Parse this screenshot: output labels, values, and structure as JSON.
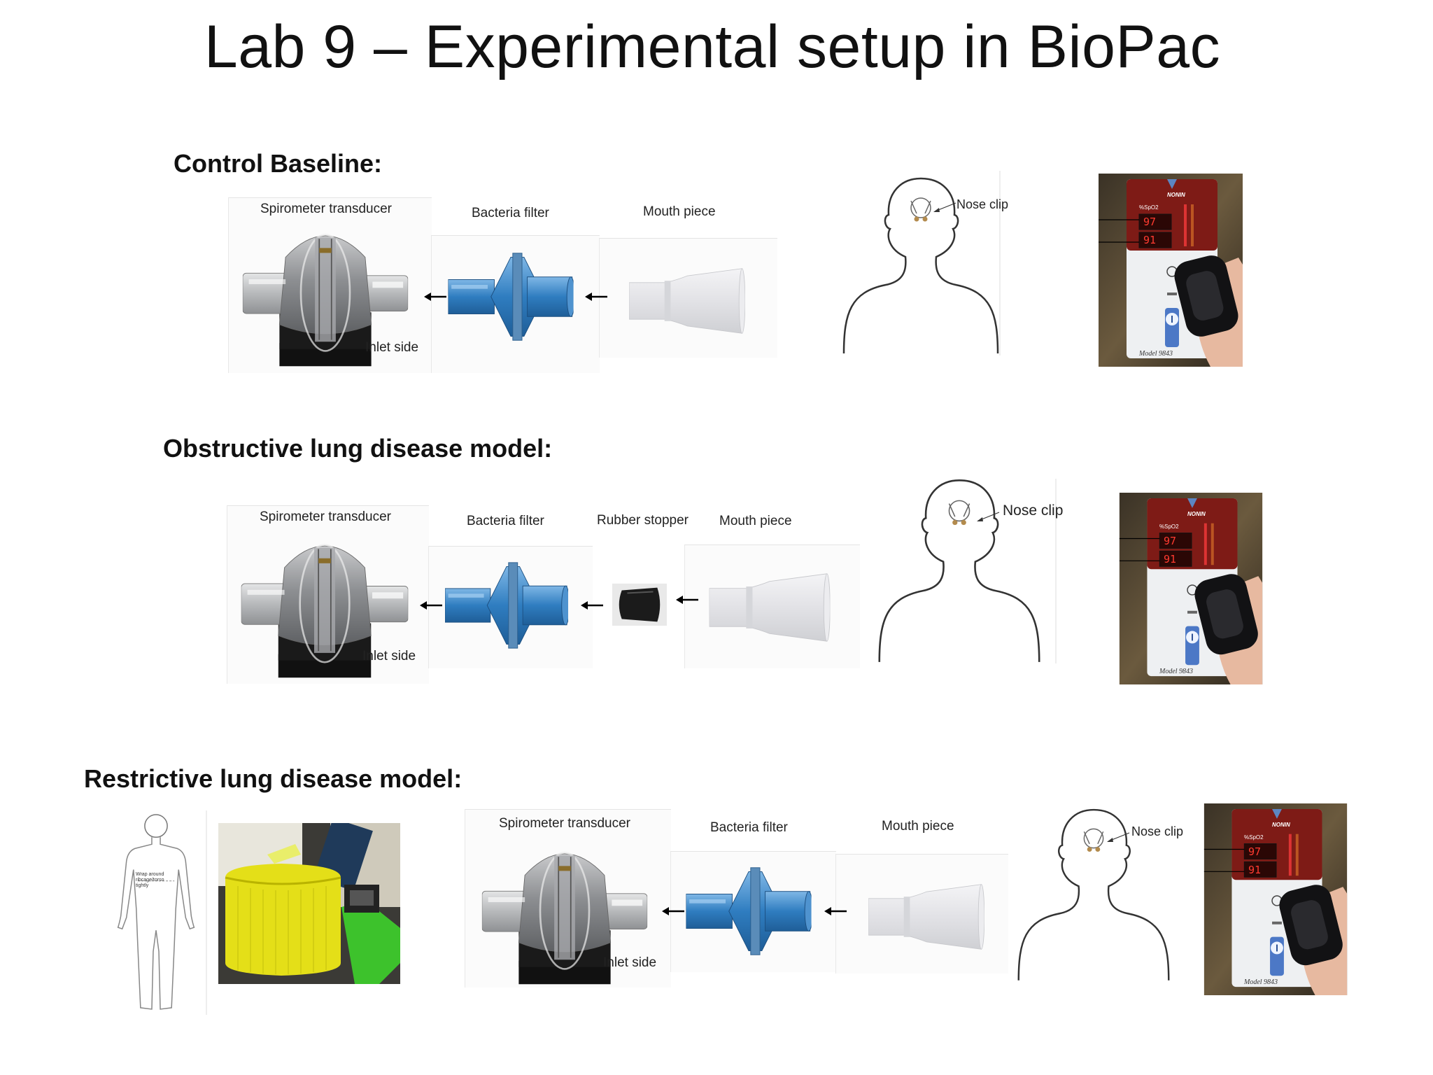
{
  "title": "Lab 9 – Experimental setup in BioPac",
  "sections": {
    "control": {
      "heading": "Control Baseline:",
      "labels": {
        "spirometer": "Spirometer transducer",
        "filter": "Bacteria filter",
        "mouth": "Mouth piece",
        "inlet": "Inlet side",
        "nose": "Nose clip"
      }
    },
    "obstructive": {
      "heading": "Obstructive lung disease model:",
      "labels": {
        "spirometer": "Spirometer transducer",
        "filter": "Bacteria filter",
        "stopper": "Rubber stopper",
        "mouth": "Mouth piece",
        "inlet": "Inlet side",
        "nose": "Nose clip"
      }
    },
    "restrictive": {
      "heading": "Restrictive lung disease model:",
      "labels": {
        "spirometer": "Spirometer transducer",
        "filter": "Bacteria filter",
        "mouth": "Mouth piece",
        "inlet": "Inlet side",
        "nose": "Nose clip",
        "body_note": "Wrap around ribcage/torso tightly"
      }
    }
  },
  "oximeter": {
    "brand": "NONIN",
    "spo2_label": "%SpO2",
    "spo2_value": "97",
    "pulse_value": "91",
    "model": "Model 9843"
  },
  "colors": {
    "filter_blue": "#3a86c8",
    "transducer_grey": "#9a9c9f",
    "oximeter_red": "#8a1a14",
    "strap_yellow": "#e6e21c",
    "strap_green": "#39c22a"
  }
}
